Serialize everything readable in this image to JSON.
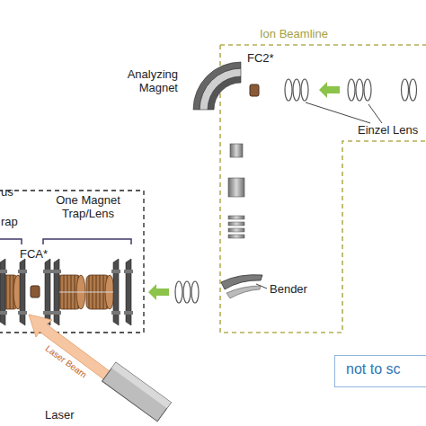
{
  "diagram": {
    "nodes": [
      {
        "text": [
          "us"
        ]
      },
      {
        "text": [
          "Ion Beamline"
        ]
      },
      {
        "text": [
          "not to sc"
        ]
      }
    ],
    "labels": [
      "Analyzing Magnet",
      "FC2*",
      "Einzel Lens",
      "rap",
      "One Magnet Trap/Lens",
      "FCA*",
      "Laser Beam",
      "Bender",
      "Laser"
    ]
  }
}
